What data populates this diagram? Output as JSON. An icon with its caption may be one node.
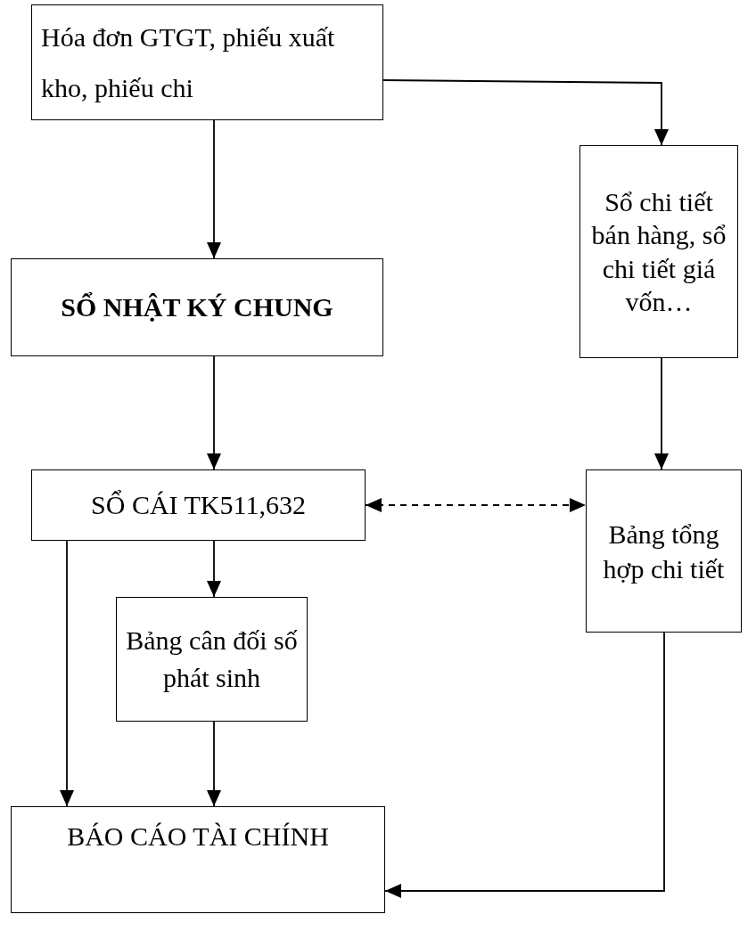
{
  "diagram": {
    "nodes": [
      {
        "text": [
          "Hóa đơn GTGT, phiếu xuất kho, phiếu chi"
        ]
      },
      {
        "text": [
          "Sổ chi tiết bán hàng, sổ chi tiết giá vốn…"
        ]
      },
      {
        "text": [
          "SỔ NHẬT KÝ CHUNG"
        ]
      },
      {
        "text": [
          "SỔ CÁI TK511,632"
        ]
      },
      {
        "text": [
          "Bảng tổng hợp chi tiết"
        ]
      },
      {
        "text": [
          "Bảng cân đối số phát sinh"
        ]
      },
      {
        "text": [
          "BÁO CÁO TÀI CHÍNH"
        ]
      }
    ],
    "edges": [
      {
        "from": 0,
        "to": 2,
        "arrow": "to"
      },
      {
        "from": 0,
        "to": 1,
        "arrow": "to"
      },
      {
        "from": 2,
        "to": 3,
        "arrow": "to"
      },
      {
        "from": 1,
        "to": 4,
        "arrow": "to"
      },
      {
        "from": 3,
        "to": 4,
        "arrow": "both",
        "style": "dashed"
      },
      {
        "from": 3,
        "to": 6,
        "arrow": "to"
      },
      {
        "from": 3,
        "to": 5,
        "arrow": "to"
      },
      {
        "from": 5,
        "to": 6,
        "arrow": "to"
      },
      {
        "from": 4,
        "to": 6,
        "arrow": "to"
      }
    ]
  }
}
